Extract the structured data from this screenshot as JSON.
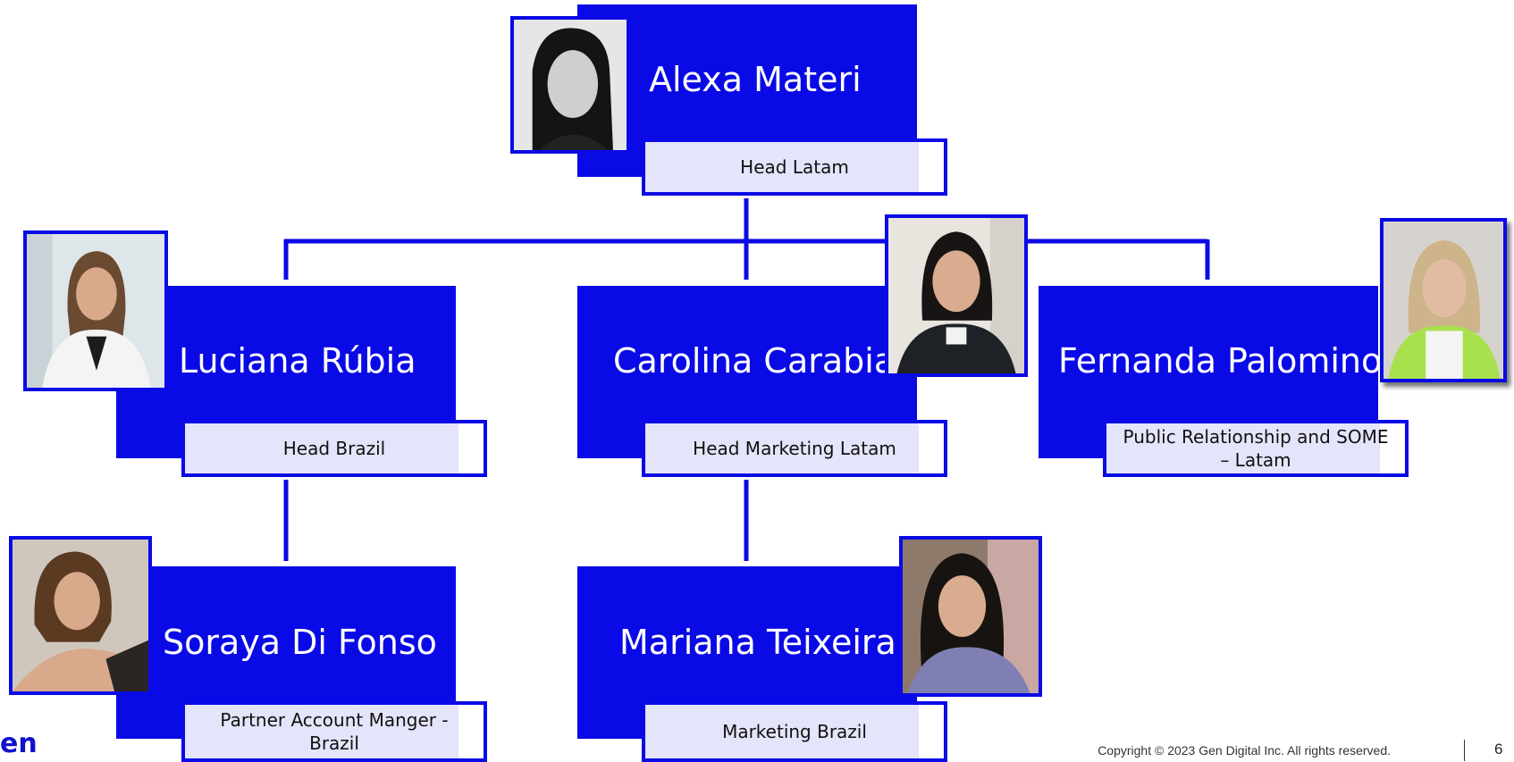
{
  "colors": {
    "accent": "#0a0ae6",
    "role_tint": "#e4e4fb",
    "text": "#111111"
  },
  "people": [
    {
      "name": "Alexa Materi",
      "role": "Head Latam"
    },
    {
      "name": "Luciana Rúbia",
      "role": "Head Brazil"
    },
    {
      "name": "Carolina Carabias",
      "role": "Head Marketing Latam"
    },
    {
      "name": "Fernanda Palomino",
      "role": "Public Relationship and SOME – Latam"
    },
    {
      "name": "Soraya Di Fonso",
      "role": "Partner Account Manger - Brazil"
    },
    {
      "name": "Mariana Teixeira",
      "role": "Marketing Brazil"
    }
  ],
  "footer": {
    "logo": "en",
    "copyright": "Copyright © 2023 Gen Digital Inc. All rights reserved.",
    "page_number": "6"
  }
}
